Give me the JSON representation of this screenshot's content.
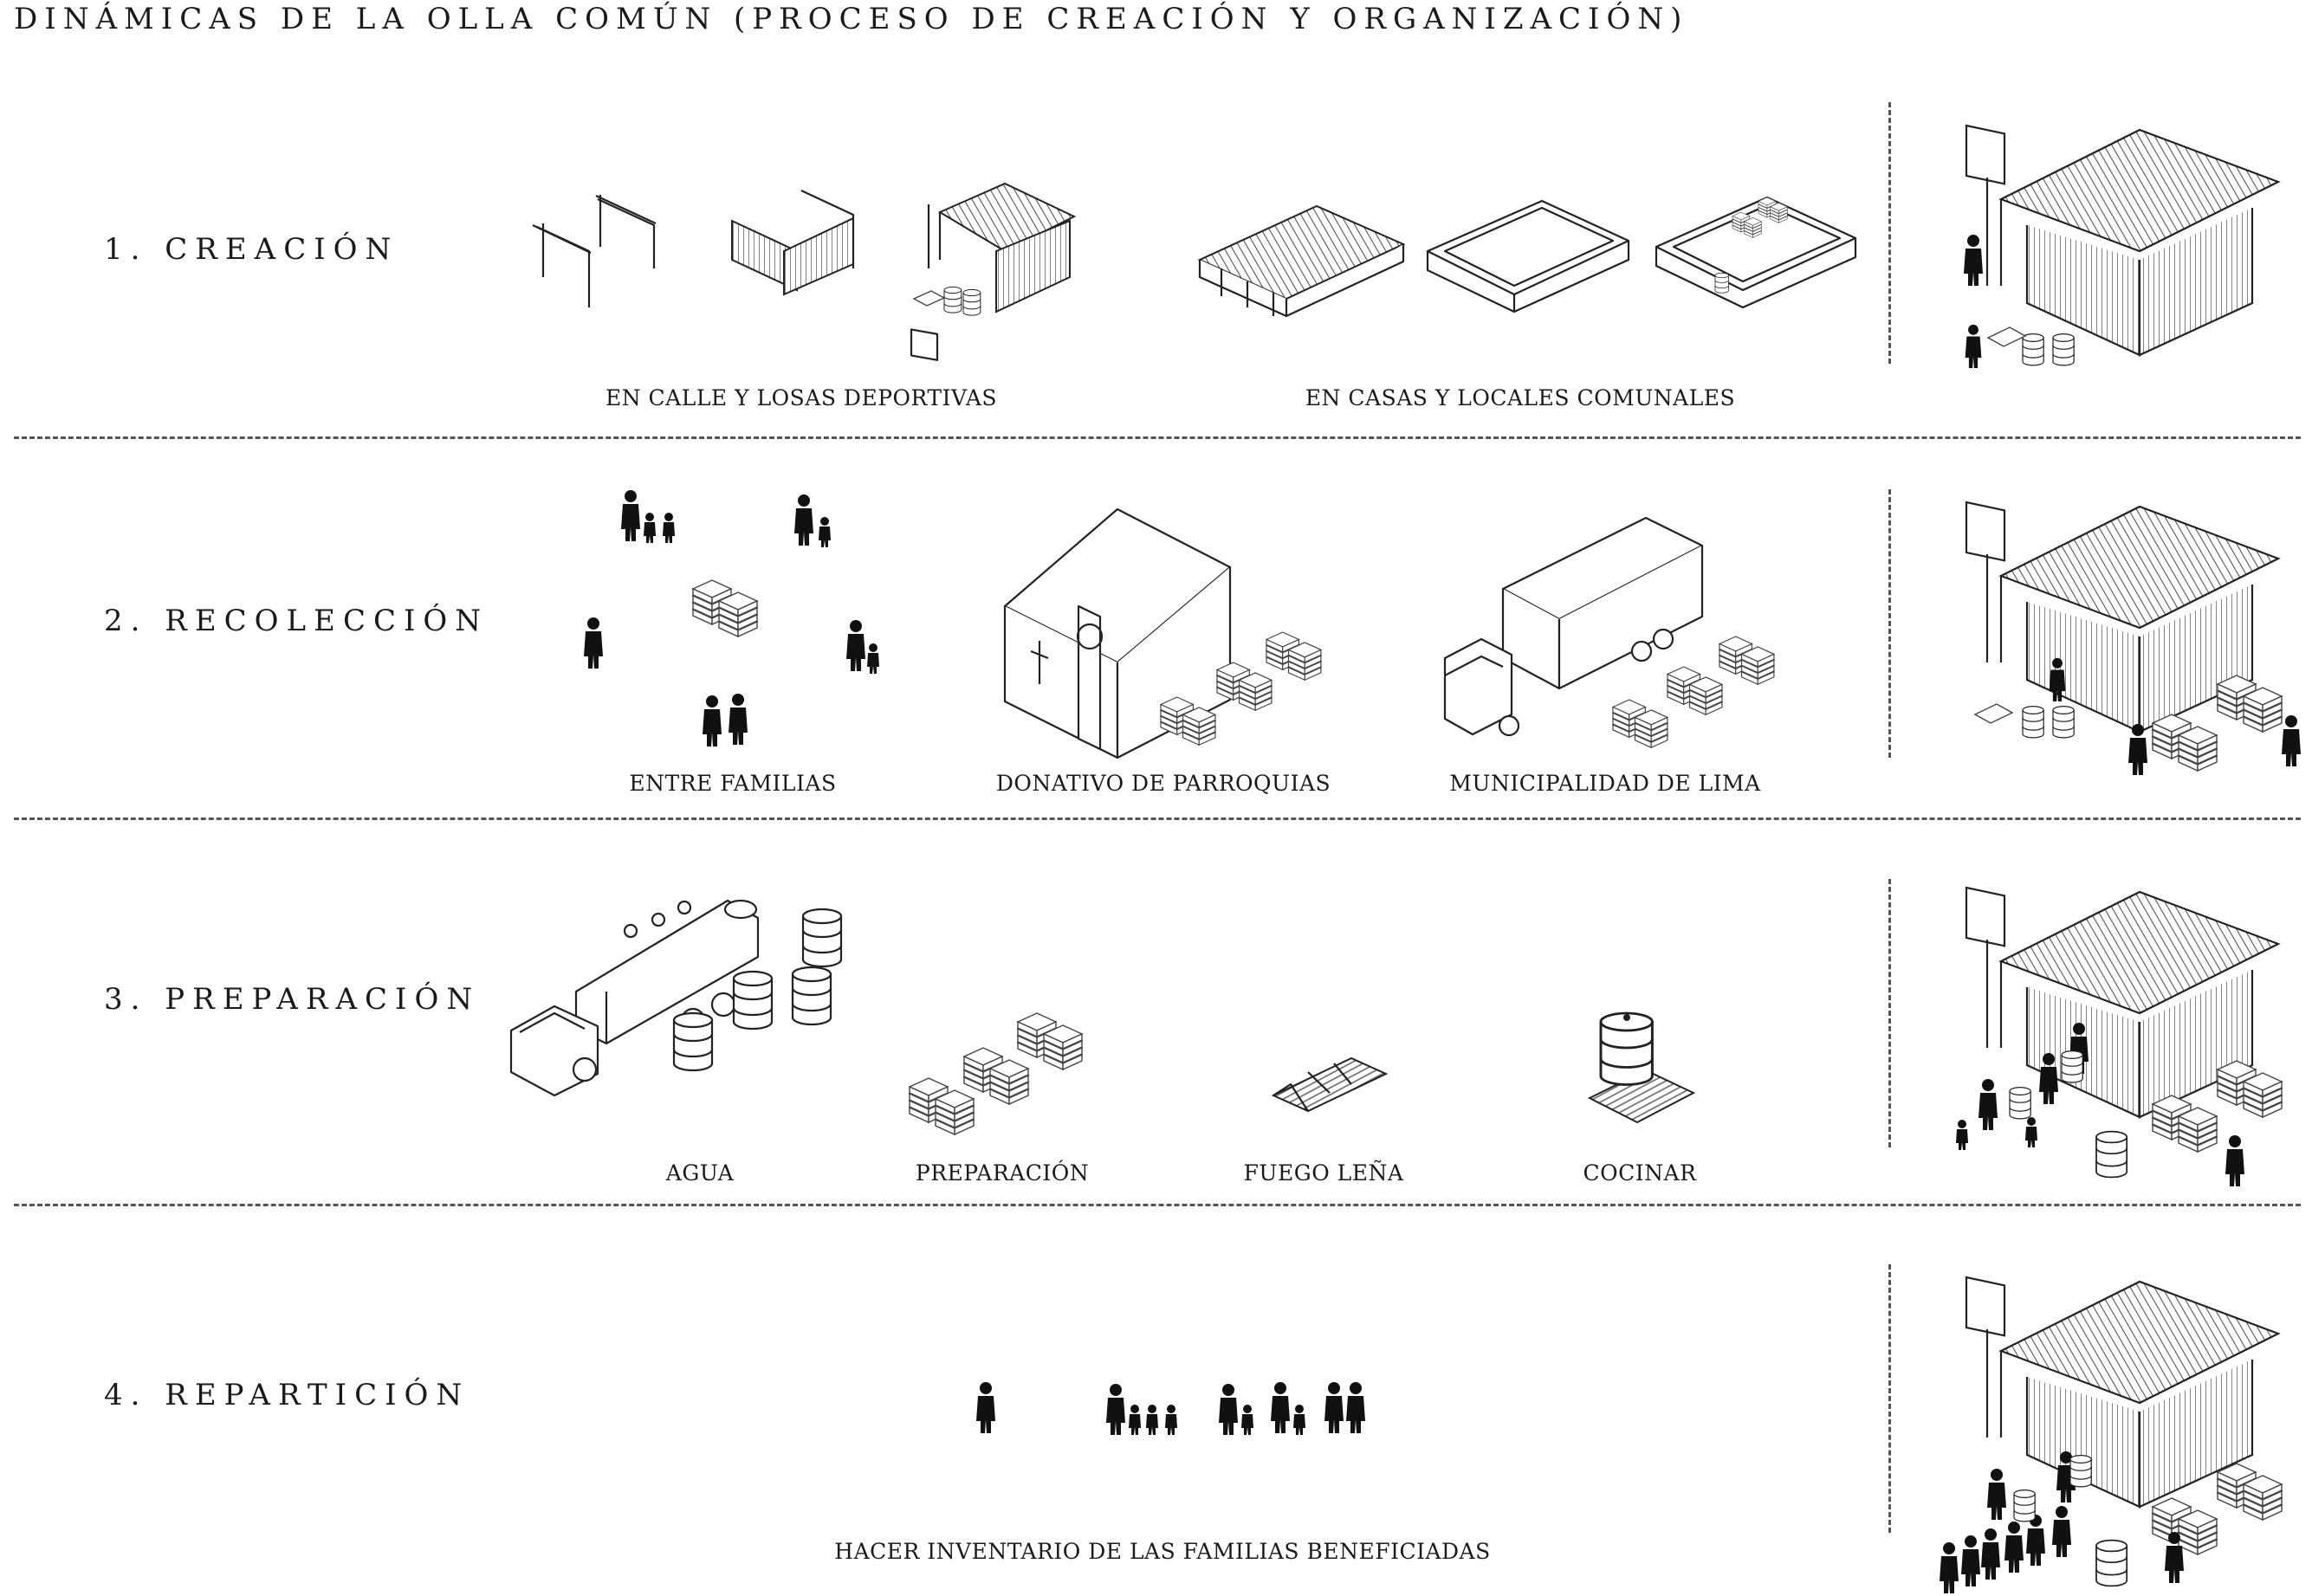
{
  "title": "DINÁMICAS DE LA OLLA COMÚN (PROCESO DE CREACIÓN Y ORGANIZACIÓN)",
  "steps": [
    {
      "label": "1. CREACIÓN",
      "captions": [
        "EN CALLE Y LOSAS DEPORTIVAS",
        "EN CASAS Y LOCALES COMUNALES"
      ]
    },
    {
      "label": "2. RECOLECCIÓN",
      "captions": [
        "ENTRE FAMILIAS",
        "DONATIVO DE PARROQUIAS",
        "MUNICIPALIDAD DE LIMA"
      ]
    },
    {
      "label": "3. PREPARACIÓN",
      "captions": [
        "AGUA",
        "PREPARACIÓN",
        "FUEGO LEÑA",
        "COCINAR"
      ]
    },
    {
      "label": "4. REPARTICIÓN",
      "captions": [
        "HACER INVENTARIO DE LAS FAMILIAS BENEFICIADAS"
      ]
    }
  ]
}
